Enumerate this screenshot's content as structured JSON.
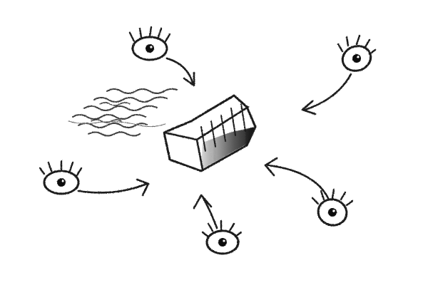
{
  "illustration": {
    "subject": "eyes-watching-box",
    "ink_color": "#1c1c1c",
    "paper_color": "#ffffff",
    "eyes": [
      {
        "name": "eye-top-left",
        "icon": "eye-icon"
      },
      {
        "name": "eye-top-right",
        "icon": "eye-icon"
      },
      {
        "name": "eye-left",
        "icon": "eye-icon"
      },
      {
        "name": "eye-bottom",
        "icon": "eye-icon"
      },
      {
        "name": "eye-bottom-right",
        "icon": "eye-icon"
      }
    ],
    "arrows": [
      {
        "name": "arrow-top-left",
        "icon": "arrow-icon"
      },
      {
        "name": "arrow-top-right",
        "icon": "arrow-icon"
      },
      {
        "name": "arrow-left",
        "icon": "arrow-icon"
      },
      {
        "name": "arrow-bottom",
        "icon": "arrow-icon"
      },
      {
        "name": "arrow-bottom-right",
        "icon": "arrow-icon"
      }
    ],
    "center_object": "box-icon",
    "trail": "smoke-trail"
  }
}
